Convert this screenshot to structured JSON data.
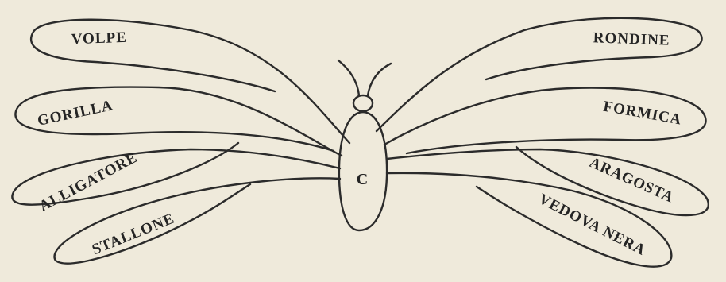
{
  "diagram": {
    "center_label": "C",
    "wings": {
      "left_1": "VOLPE",
      "left_2": "GORILLA",
      "left_3": "ALLIGATORE",
      "left_4": "STALLONE",
      "right_1": "RONDINE",
      "right_2": "FORMICA",
      "right_3": "ARAGOSTA",
      "right_4": "VEDOVA NERA"
    },
    "colors": {
      "paper": "#efeadb",
      "ink": "#2b2b2b"
    }
  }
}
